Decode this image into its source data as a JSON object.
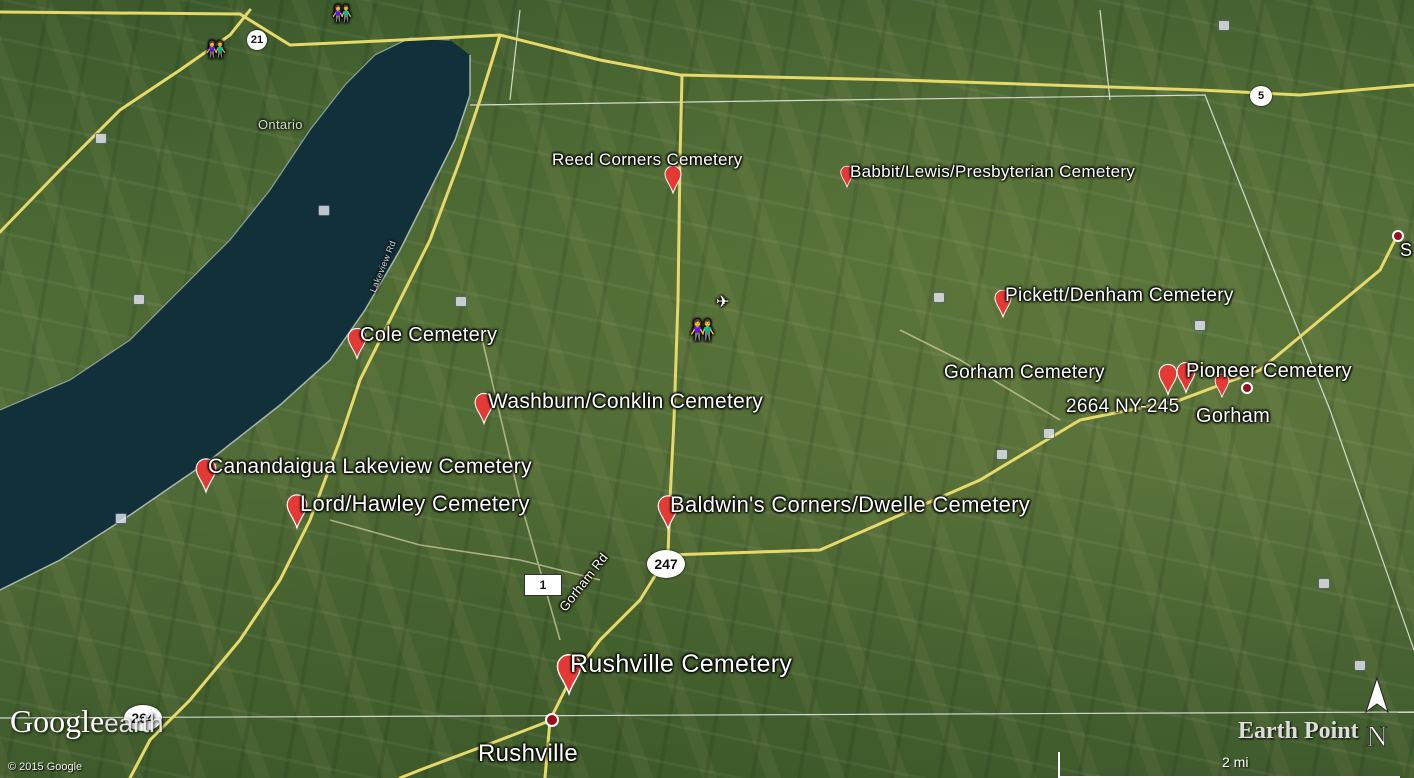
{
  "map": {
    "attribution": {
      "logo_word": "Google",
      "logo_sub": "earth",
      "copyright": "© 2015 Google",
      "watermark": "Earth Point",
      "compass_letter": "N",
      "scale_label": "2 mi"
    },
    "places": {
      "ontario": "Ontario",
      "gorham": "Gorham",
      "rushville": "Rushville",
      "s_cut": "S"
    },
    "cemeteries": {
      "reed_corners": "Reed Corners Cemetery",
      "babbit": "Babbit/Lewis/Presbyterian Cemetery",
      "pickett": "Pickett/Denham Cemetery",
      "cole": "Cole Cemetery",
      "gorham": "Gorham Cemetery",
      "pioneer": "Pioneer Cemetery",
      "washburn": "Washburn/Conklin Cemetery",
      "canandaigua": "Canandaigua Lakeview Cemetery",
      "lord_hawley": "Lord/Hawley Cemetery",
      "baldwins": "Baldwin's Corners/Dwelle Cemetery",
      "rushville": "Rushville  Cemetery"
    },
    "address": "2664 NY-245",
    "roads": {
      "route_21": "21",
      "route_5": "5",
      "route_247": "247",
      "route_264": "264",
      "route_1": "1",
      "gorham_rd": "Gorham Rd",
      "lake_rd": "Lakeview Rd"
    },
    "colors": {
      "road": "#e6d96a",
      "pin": "#e53935",
      "water": "#12303a"
    }
  }
}
